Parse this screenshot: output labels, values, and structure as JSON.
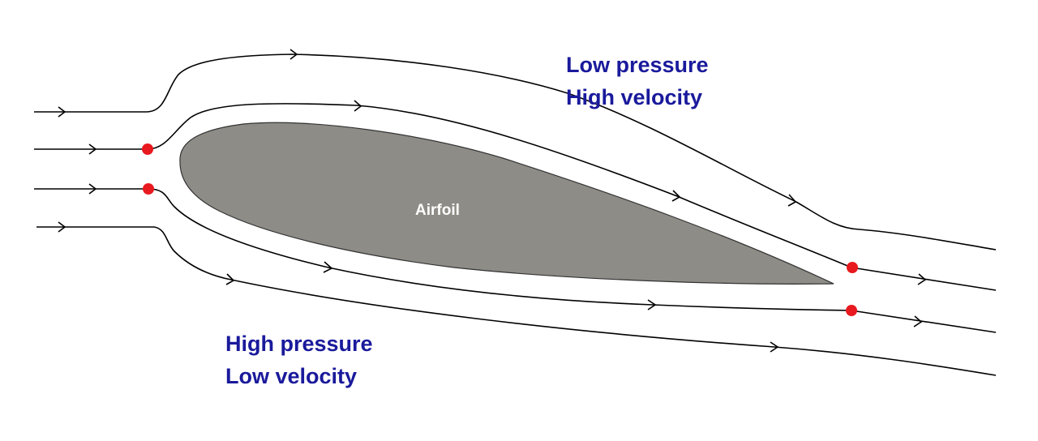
{
  "colors": {
    "text": "#1a1a9c",
    "airfoil_fill": "#8e8c86",
    "stagnation_point": "#e8191f",
    "streamline": "#000000"
  },
  "labels": {
    "upper_line1": "Low pressure",
    "upper_line2": "High velocity",
    "lower_line1": "High pressure",
    "lower_line2": "Low velocity",
    "airfoil": "Airfoil"
  }
}
